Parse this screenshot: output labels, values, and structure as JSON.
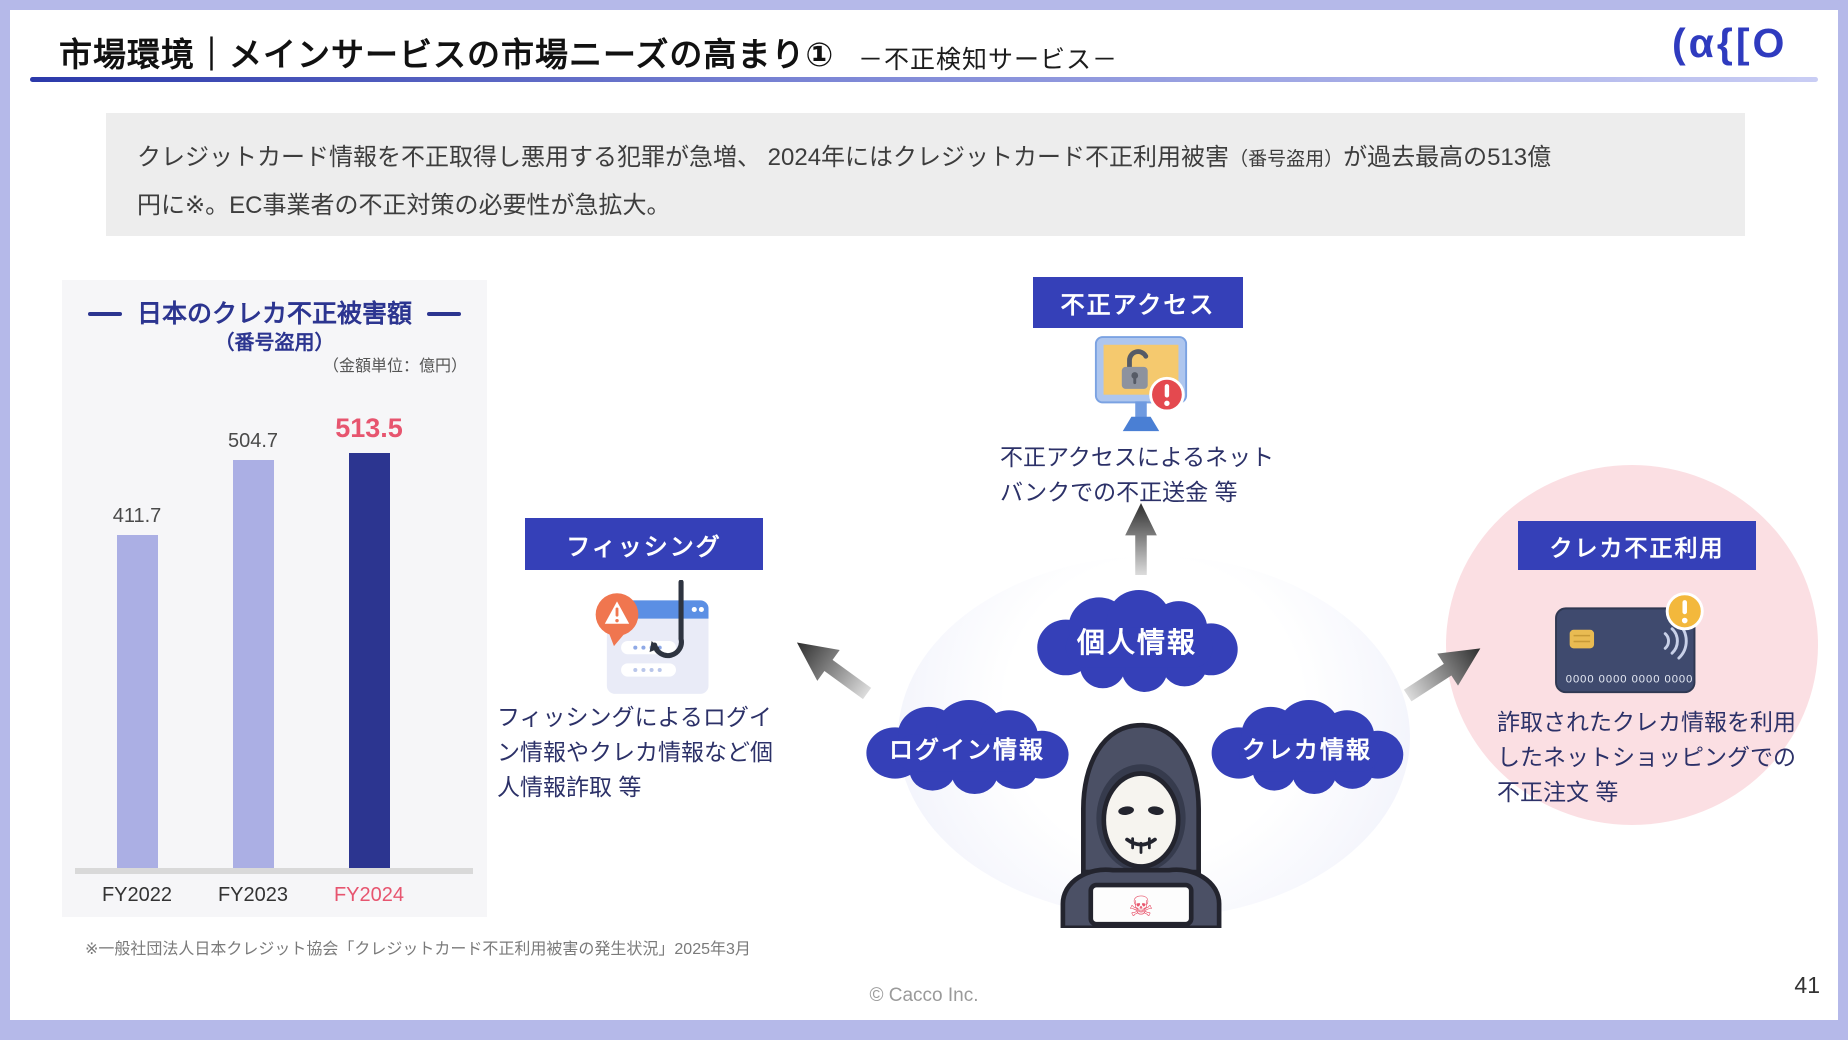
{
  "header": {
    "title": "市場環境｜メインサービスの市場ニーズの高まり①",
    "subtitle": "－不正検知サービス－",
    "logo_text": "(α{[O",
    "logo_alt": "cacco"
  },
  "lead": {
    "part1": "クレジットカード情報を不正取得し悪用する犯罪が急増、 2024年にはクレジットカード不正利用被害",
    "paren": "（番号盗用）",
    "part2": "が過去最高の513億",
    "line2": "円に※。EC事業者の不正対策の必要性が急拡大。"
  },
  "chart_data": {
    "type": "bar",
    "title": "日本のクレカ不正被害額",
    "subtitle": "（番号盗用）",
    "unit_note": "（金額単位：億円）",
    "categories": [
      "FY2022",
      "FY2023",
      "FY2024"
    ],
    "values": [
      411.7,
      504.7,
      513.5
    ],
    "value_labels": [
      "411.7",
      "504.7",
      "513.5"
    ],
    "ylim": [
      0,
      513.5
    ],
    "grid": false,
    "bar_colors": [
      "#abafe4",
      "#abafe4",
      "#2c3590"
    ],
    "value_label_colors": [
      "#4a4a4a",
      "#4a4a4a",
      "#e7556f"
    ],
    "category_colors": [
      "#333333",
      "#333333",
      "#e7556f"
    ],
    "highlight_index": 2,
    "footnote": "※一般社団法人日本クレジット協会「クレジットカード不正利用被害の発生状況」2025年3月"
  },
  "diagram": {
    "hacker_icon": "hooded-hacker-with-laptop",
    "clouds": [
      {
        "label": "個人情報"
      },
      {
        "label": "ログイン情報"
      },
      {
        "label": "クレカ情報"
      }
    ],
    "nodes": [
      {
        "label": "不正アクセス",
        "icon": "monitor-unlocked-alert-icon",
        "desc_lines": [
          "不正アクセスによるネット",
          "バンクでの不正送金 等"
        ]
      },
      {
        "label": "フィッシング",
        "icon": "phishing-hook-browser-icon",
        "desc_lines": [
          "フィッシングによるログイ",
          "ン情報やクレカ情報など個",
          "人情報詐取 等"
        ]
      },
      {
        "label": "クレカ不正利用",
        "icon": "credit-card-alert-icon",
        "desc_lines": [
          "詐取されたクレカ情報を利用",
          "したネットショッピングでの",
          "不正注文 等"
        ]
      }
    ]
  },
  "footer": {
    "copyright": "© Cacco Inc.",
    "page_number": "41"
  },
  "colors": {
    "accent_blue": "#3540b8",
    "navy": "#2c3590",
    "light_bar": "#abafe4",
    "highlight_red": "#e7556f",
    "pink_circle": "#fbdfe3",
    "border_lavender": "#b5b9e9"
  }
}
